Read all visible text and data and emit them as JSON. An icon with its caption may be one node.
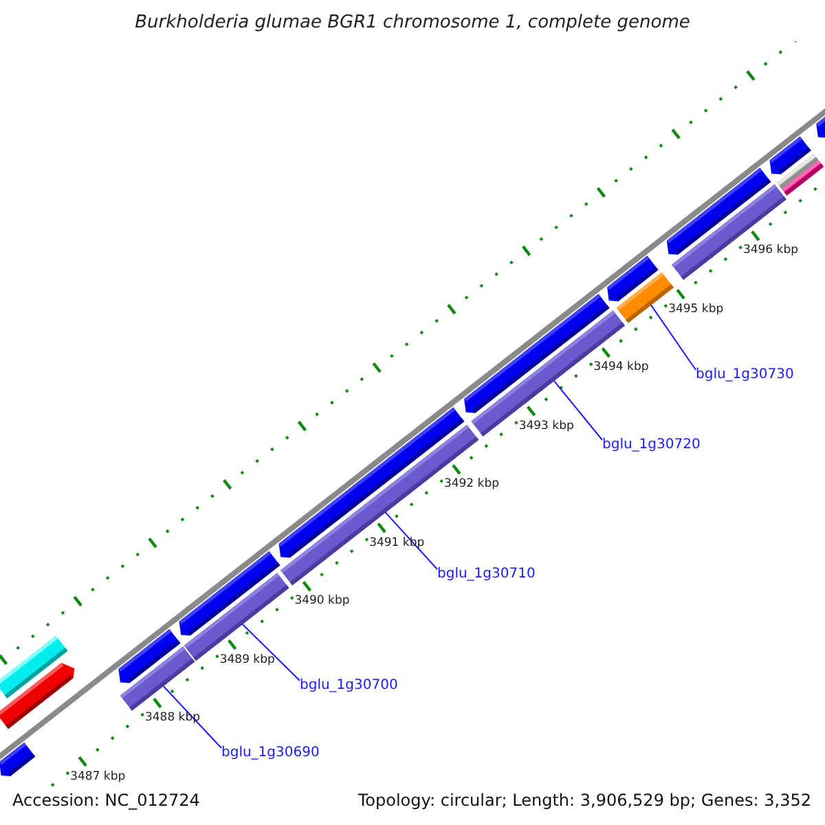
{
  "diagram": {
    "title": "Burkholderia glumae BGR1 chromosome 1, complete genome",
    "nodes": [
      {
        "text": [
          "bglu_1g30730"
        ]
      },
      {
        "text": [
          "bglu_1g30720"
        ]
      },
      {
        "text": [
          "bglu_1g30710"
        ]
      },
      {
        "text": [
          "bglu_1g30700"
        ]
      },
      {
        "text": [
          "bglu_1g30690"
        ]
      },
      {
        "text": [],
        "shape": "bar"
      },
      {
        "text": [],
        "shape": "pentagon"
      },
      {
        "text": [],
        "shape": "pentagon"
      },
      {
        "text": [],
        "shape": "bar"
      },
      {
        "text": [],
        "shape": "pentagon"
      },
      {
        "text": [],
        "shape": "bar"
      },
      {
        "text": [],
        "shape": "pentagon"
      },
      {
        "text": [],
        "shape": "bar"
      },
      {
        "text": [],
        "shape": "pentagon"
      },
      {
        "text": [],
        "shape": "bar"
      },
      {
        "text": [],
        "shape": "pentagon"
      },
      {
        "text": [],
        "shape": "bar"
      },
      {
        "text": [],
        "shape": "pentagon"
      },
      {
        "text": [],
        "shape": "bar"
      },
      {
        "text": [],
        "shape": "pentagon"
      },
      {
        "text": [],
        "shape": "bar"
      },
      {
        "text": [],
        "shape": "bar"
      },
      {
        "text": [],
        "shape": "pentagon"
      },
      {
        "text": [],
        "shape": "pentagon"
      }
    ],
    "edges": [
      {
        "from": 0,
        "to": 16,
        "arrow": "none"
      },
      {
        "from": 1,
        "to": 14,
        "arrow": "none"
      },
      {
        "from": 2,
        "to": 12,
        "arrow": "none"
      },
      {
        "from": 3,
        "to": 10,
        "arrow": "none"
      },
      {
        "from": 4,
        "to": 8,
        "arrow": "none"
      }
    ],
    "labels": [
      "3496 kbp",
      "3495 kbp",
      "3494 kbp",
      "3493 kbp",
      "3492 kbp",
      "3491 kbp",
      "3490 kbp",
      "3489 kbp",
      "3488 kbp",
      "3487 kbp",
      "Accession: NC_012724",
      "Topology: circular; Length: 3,906,529 bp; Genes: 3,352"
    ]
  }
}
